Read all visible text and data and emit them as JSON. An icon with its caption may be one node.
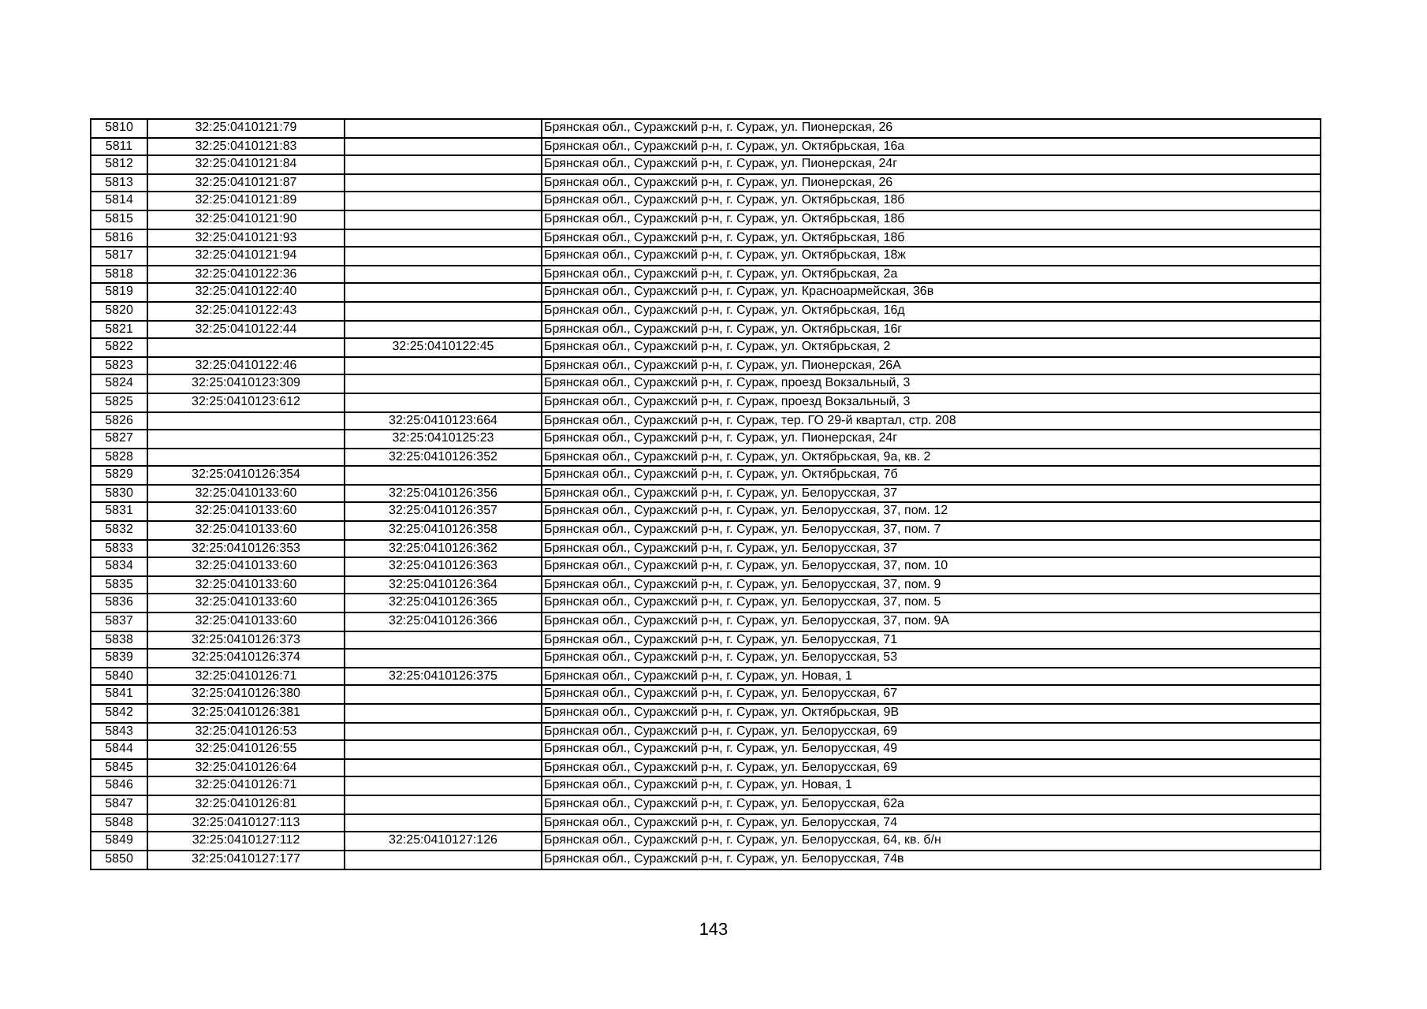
{
  "diagram": {
    "labels": [
      "5810",
      "32:25:0410121:79",
      "Брянская обл., Суражский р-н, г. Сураж, ул. Пионерская, 26",
      "5811",
      "32:25:0410121:83",
      "Брянская обл., Суражский р-н, г. Сураж, ул. Октябрьская, 16а",
      "5812",
      "32:25:0410121:84",
      "Брянская обл., Суражский р-н, г. Сураж, ул. Пионерская, 24г",
      "5813",
      "32:25:0410121:87",
      "Брянская обл., Суражский р-н, г. Сураж, ул. Пионерская, 26",
      "5814",
      "32:25:0410121:89",
      "Брянская обл., Суражский р-н, г. Сураж, ул. Октябрьская, 18б",
      "5815",
      "32:25:0410121:90",
      "Брянская обл., Суражский р-н, г. Сураж, ул. Октябрьская, 18б",
      "5816",
      "32:25:0410121:93",
      "Брянская обл., Суражский р-н, г. Сураж, ул. Октябрьская, 18б",
      "5817",
      "32:25:0410121:94",
      "Брянская обл., Суражский р-н, г. Сураж, ул. Октябрьская, 18ж",
      "5818",
      "32:25:0410122:36",
      "Брянская обл., Суражский р-н, г. Сураж, ул. Октябрьская, 2а",
      "5819",
      "32:25:0410122:40",
      "Брянская обл., Суражский р-н, г. Сураж, ул. Красноармейская, 36в",
      "5820",
      "32:25:0410122:43",
      "Брянская обл., Суражский р-н, г. Сураж, ул. Октябрьская, 16д",
      "5821",
      "32:25:0410122:44",
      "Брянская обл., Суражский р-н, г. Сураж, ул. Октябрьская, 16г",
      "5822",
      "32:25:0410122:45",
      "Брянская обл., Суражский р-н, г. Сураж, ул. Октябрьская, 2",
      "5823",
      "32:25:0410122:46",
      "Брянская обл., Суражский р-н, г. Сураж, ул. Пионерская, 26А",
      "5824",
      "32:25:0410123:309",
      "Брянская обл., Суражский р-н, г. Сураж, проезд Вокзальный, 3",
      "5825",
      "32:25:0410123:612",
      "Брянская обл., Суражский р-н, г. Сураж, проезд Вокзальный, 3",
      "5826",
      "32:25:0410123:664",
      "Брянская обл., Суражский р-н, г. Сураж, тер. ГО 29-й квартал, стр. 208",
      "5827",
      "32:25:0410125:23",
      "Брянская обл., Суражский р-н, г. Сураж, ул. Пионерская, 24г",
      "5828",
      "32:25:0410126:352",
      "Брянская обл., Суражский р-н, г. Сураж, ул. Октябрьская, 9а, кв. 2",
      "5829",
      "32:25:0410126:354",
      "Брянская обл., Суражский р-н, г. Сураж, ул. Октябрьская, 7б",
      "5830",
      "32:25:0410133:60",
      "32:25:0410126:356",
      "Брянская обл., Суражский р-н, г. Сураж, ул. Белорусская, 37",
      "5831",
      "32:25:0410133:60",
      "32:25:0410126:357",
      "Брянская обл., Суражский р-н, г. Сураж, ул. Белорусская, 37, пом. 12",
      "5832",
      "32:25:0410133:60",
      "32:25:0410126:358",
      "Брянская обл., Суражский р-н, г. Сураж, ул. Белорусская, 37, пом. 7",
      "5833",
      "32:25:0410126:353",
      "32:25:0410126:362",
      "Брянская обл., Суражский р-н, г. Сураж, ул. Белорусская, 37",
      "5834",
      "32:25:0410133:60",
      "32:25:0410126:363",
      "Брянская обл., Суражский р-н, г. Сураж, ул. Белорусская, 37, пом. 10",
      "5835",
      "32:25:0410133:60",
      "32:25:0410126:364",
      "Брянская обл., Суражский р-н, г. Сураж, ул. Белорусская, 37, пом. 9",
      "5836",
      "32:25:0410133:60",
      "32:25:0410126:365",
      "Брянская обл., Суражский р-н, г. Сураж, ул. Белорусская, 37, пом. 5",
      "5837",
      "32:25:0410133:60",
      "32:25:0410126:366",
      "Брянская обл., Суражский р-н, г. Сураж, ул. Белорусская, 37, пом. 9А",
      "5838",
      "32:25:0410126:373",
      "Брянская обл., Суражский р-н, г. Сураж, ул. Белорусская, 71",
      "5839",
      "32:25:0410126:374",
      "Брянская обл., Суражский р-н, г. Сураж, ул. Белорусская, 53",
      "5840",
      "32:25:0410126:71",
      "32:25:0410126:375",
      "Брянская обл., Суражский р-н, г. Сураж, ул. Новая, 1",
      "5841",
      "32:25:0410126:380",
      "Брянская обл., Суражский р-н, г. Сураж, ул. Белорусская, 67",
      "5842",
      "32:25:0410126:381",
      "Брянская обл., Суражский р-н, г. Сураж, ул. Октябрьская, 9В",
      "5843",
      "32:25:0410126:53",
      "Брянская обл., Суражский р-н, г. Сураж, ул. Белорусская, 69",
      "5844",
      "32:25:0410126:55",
      "Брянская обл., Суражский р-н, г. Сураж, ул. Белорусская, 49",
      "5845",
      "32:25:0410126:64",
      "Брянская обл., Суражский р-н, г. Сураж, ул. Белорусская, 69",
      "5846",
      "32:25:0410126:71",
      "Брянская обл., Суражский р-н, г. Сураж, ул. Новая, 1",
      "5847",
      "32:25:0410126:81",
      "Брянская обл., Суражский р-н, г. Сураж, ул. Белорусская, 62а",
      "5848",
      "32:25:0410127:113",
      "Брянская обл., Суражский р-н, г. Сураж, ул. Белорусская, 74",
      "5849",
      "32:25:0410127:112",
      "32:25:0410127:126",
      "Брянская обл., Суражский р-н, г. Сураж, ул. Белорусская, 64, кв. б/н",
      "5850",
      "32:25:0410127:177",
      "Брянская обл., Суражский р-н, г. Сураж, ул. Белорусская, 74в",
      "143"
    ]
  }
}
